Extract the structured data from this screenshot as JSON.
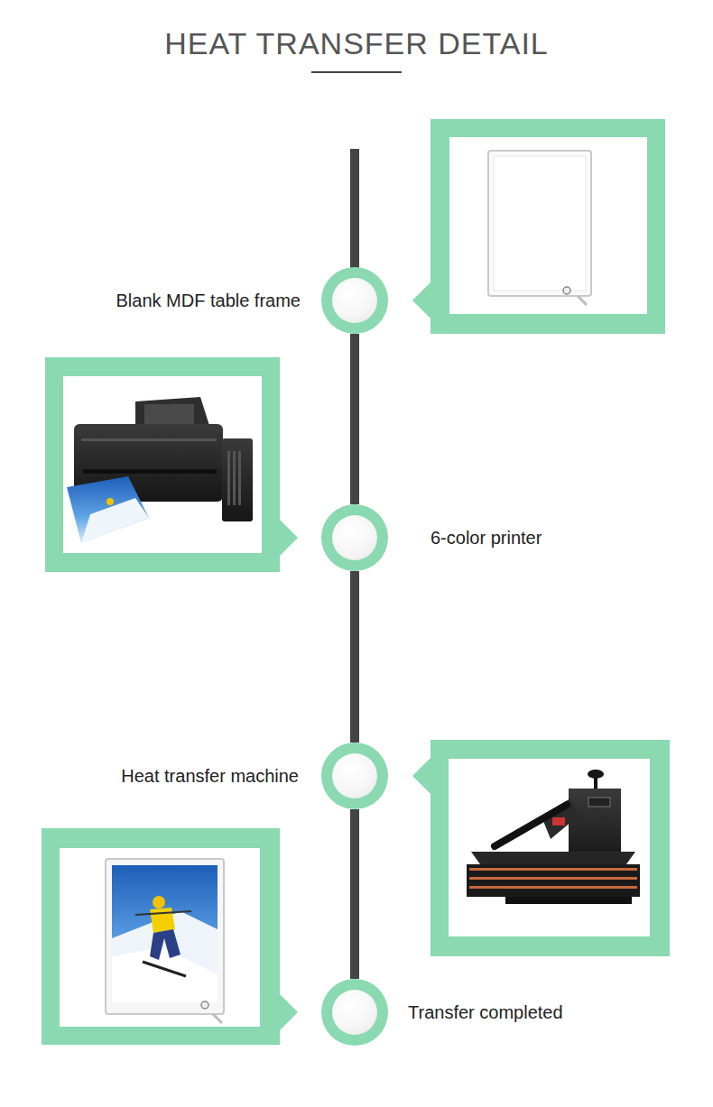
{
  "diagram": {
    "title": "HEAT TRANSFER DETAIL",
    "nodes": [
      {
        "text": [
          "Blank MDF table frame"
        ]
      },
      {
        "text": [
          "6-color printer"
        ]
      },
      {
        "text": [
          "Heat transfer machine"
        ]
      },
      {
        "text": [
          "Transfer completed"
        ]
      }
    ],
    "edges": [
      {
        "from": 0,
        "to": 1,
        "arrow": "none"
      },
      {
        "from": 1,
        "to": 2,
        "arrow": "none"
      },
      {
        "from": 2,
        "to": 3,
        "arrow": "none"
      }
    ]
  }
}
